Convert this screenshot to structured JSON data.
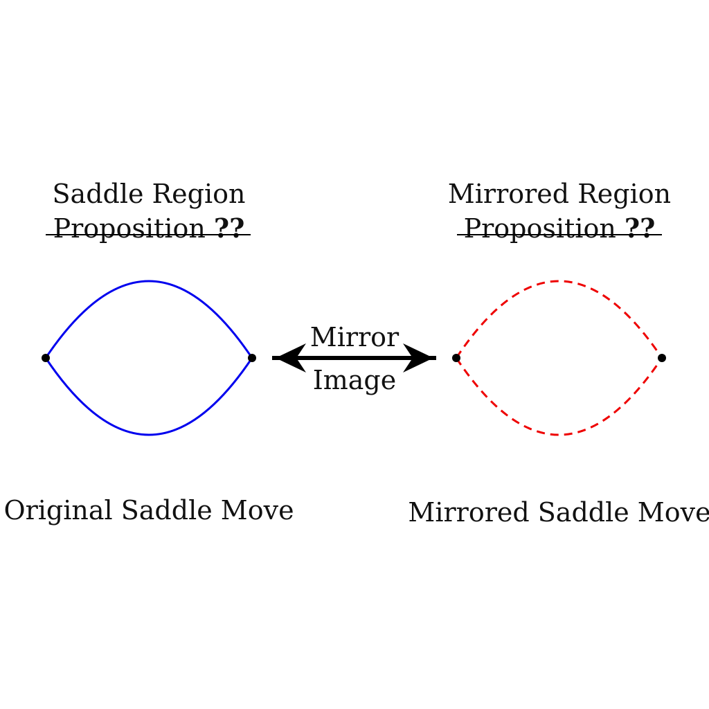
{
  "left": {
    "header_line1": "Saddle Region",
    "header_line2_text": "Proposition ",
    "header_line2_ref": "??",
    "caption": "Original Saddle Move",
    "stroke_color": "#0000ee",
    "stroke_style": "solid"
  },
  "right": {
    "header_line1": "Mirrored Region",
    "header_line2_text": "Proposition ",
    "header_line2_ref": "??",
    "caption": "Mirrored Saddle Move",
    "stroke_color": "#ee0000",
    "stroke_style": "dashed"
  },
  "arrow": {
    "label_top": "Mirror",
    "label_bottom": "Image",
    "direction": "bidirectional",
    "color": "#000000"
  }
}
